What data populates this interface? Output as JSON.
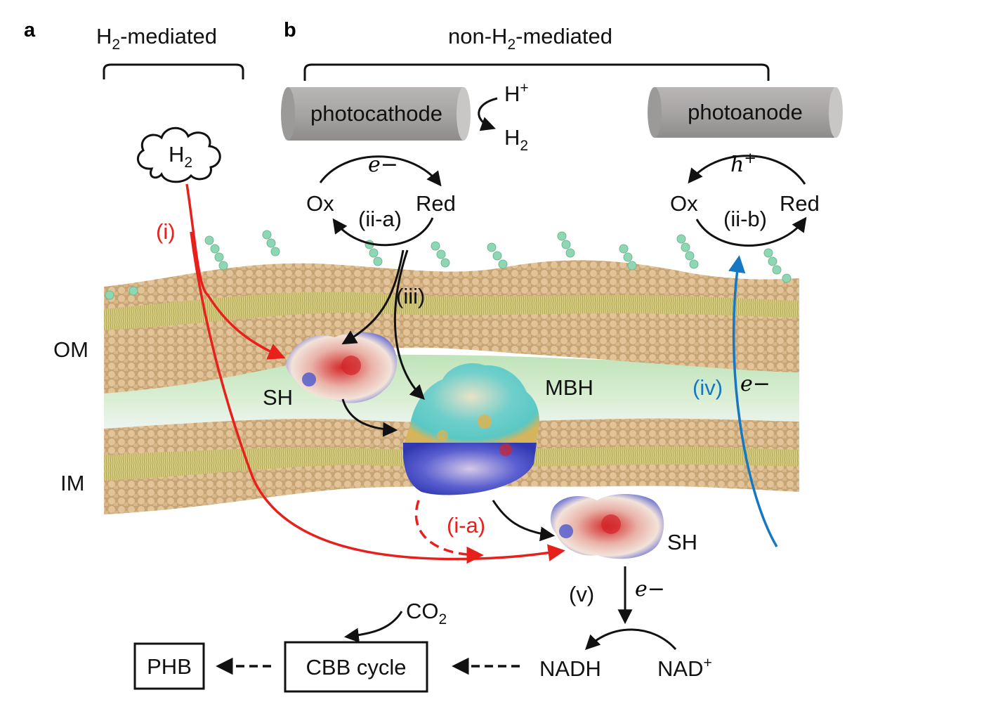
{
  "panels": {
    "a": {
      "letter": "a",
      "title_main": "H",
      "title_sub": "2",
      "title_rest": "-mediated"
    },
    "b": {
      "letter": "b",
      "title_pre": "non-H",
      "title_sub": "2",
      "title_rest": "-mediated"
    }
  },
  "electrodes": {
    "photocathode": "photocathode",
    "photoanode": "photoanode"
  },
  "hydrogen_evolution": {
    "proton": "H",
    "proton_sup": "+",
    "h2": "H",
    "h2_sub": "2"
  },
  "cloud": {
    "label": "H",
    "label_sub": "2"
  },
  "redox_cycles": {
    "left": {
      "carrier": "e−",
      "ox": "Ox",
      "red": "Red",
      "tag": "(ii-a)"
    },
    "right": {
      "carrier": "h",
      "carrier_sup": "+",
      "ox": "Ox",
      "red": "Red",
      "tag": "(ii-b)"
    }
  },
  "pathways": {
    "i": "(i)",
    "i_a": "(i-a)",
    "iii": "(iii)",
    "iv": "(iv)",
    "iv_carrier": "e−",
    "v": "(v)",
    "v_carrier": "e−"
  },
  "membranes": {
    "outer": "OM",
    "inner": "IM"
  },
  "enzymes": {
    "sh_upper": "SH",
    "mbh": "MBH",
    "sh_lower": "SH"
  },
  "metabolism": {
    "co2": "CO",
    "co2_sub": "2",
    "cbb": "CBB cycle",
    "phb": "PHB",
    "nadh": "NADH",
    "nad": "NAD",
    "nad_sup": "+"
  },
  "colors": {
    "red_path": "#e8201c",
    "blue_path": "#1677c2",
    "membrane": "#d9b98a",
    "tail": "#c9bf66",
    "periplasm": "#cfe8c8",
    "lps": "#8fd6b4",
    "electrode": "#a9a6a6"
  }
}
